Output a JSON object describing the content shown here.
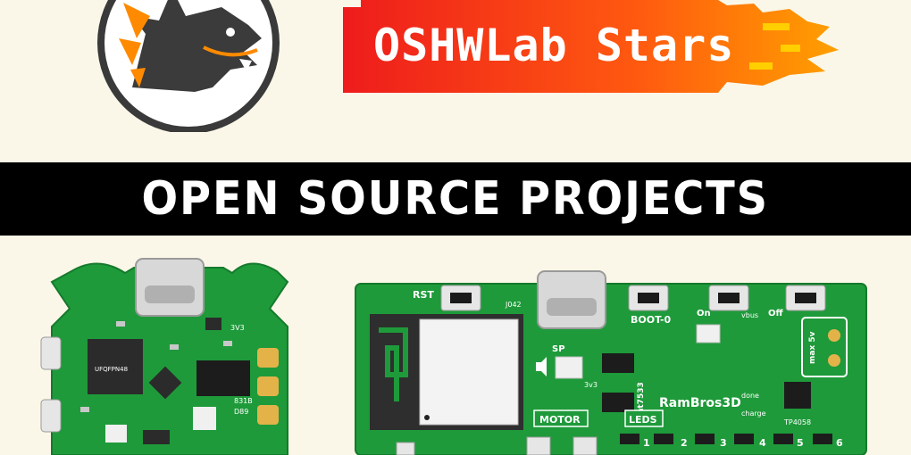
{
  "banner": {
    "title": "OSHWLab Stars",
    "band_title": "OPEN SOURCE PROJECTS"
  },
  "left_board": {
    "labels": [
      "UFQFPN48",
      "3V3",
      "D89",
      "831B"
    ]
  },
  "right_board": {
    "labels": [
      "RST",
      "J042",
      "BOOT-0",
      "On",
      "Off",
      "vbus",
      "max 5v",
      "SP",
      "3v3",
      "ht7533",
      "RamBros3D",
      "done",
      "charge",
      "TP4058",
      "MOTOR",
      "LEDS",
      "1",
      "2",
      "3",
      "4",
      "5",
      "6"
    ]
  },
  "colors": {
    "background": "#fbf7e8",
    "pcb_green": "#1e9a3a",
    "band": "#000000",
    "flame_red": "#ee1c1c",
    "flame_orange": "#ff8a00"
  }
}
